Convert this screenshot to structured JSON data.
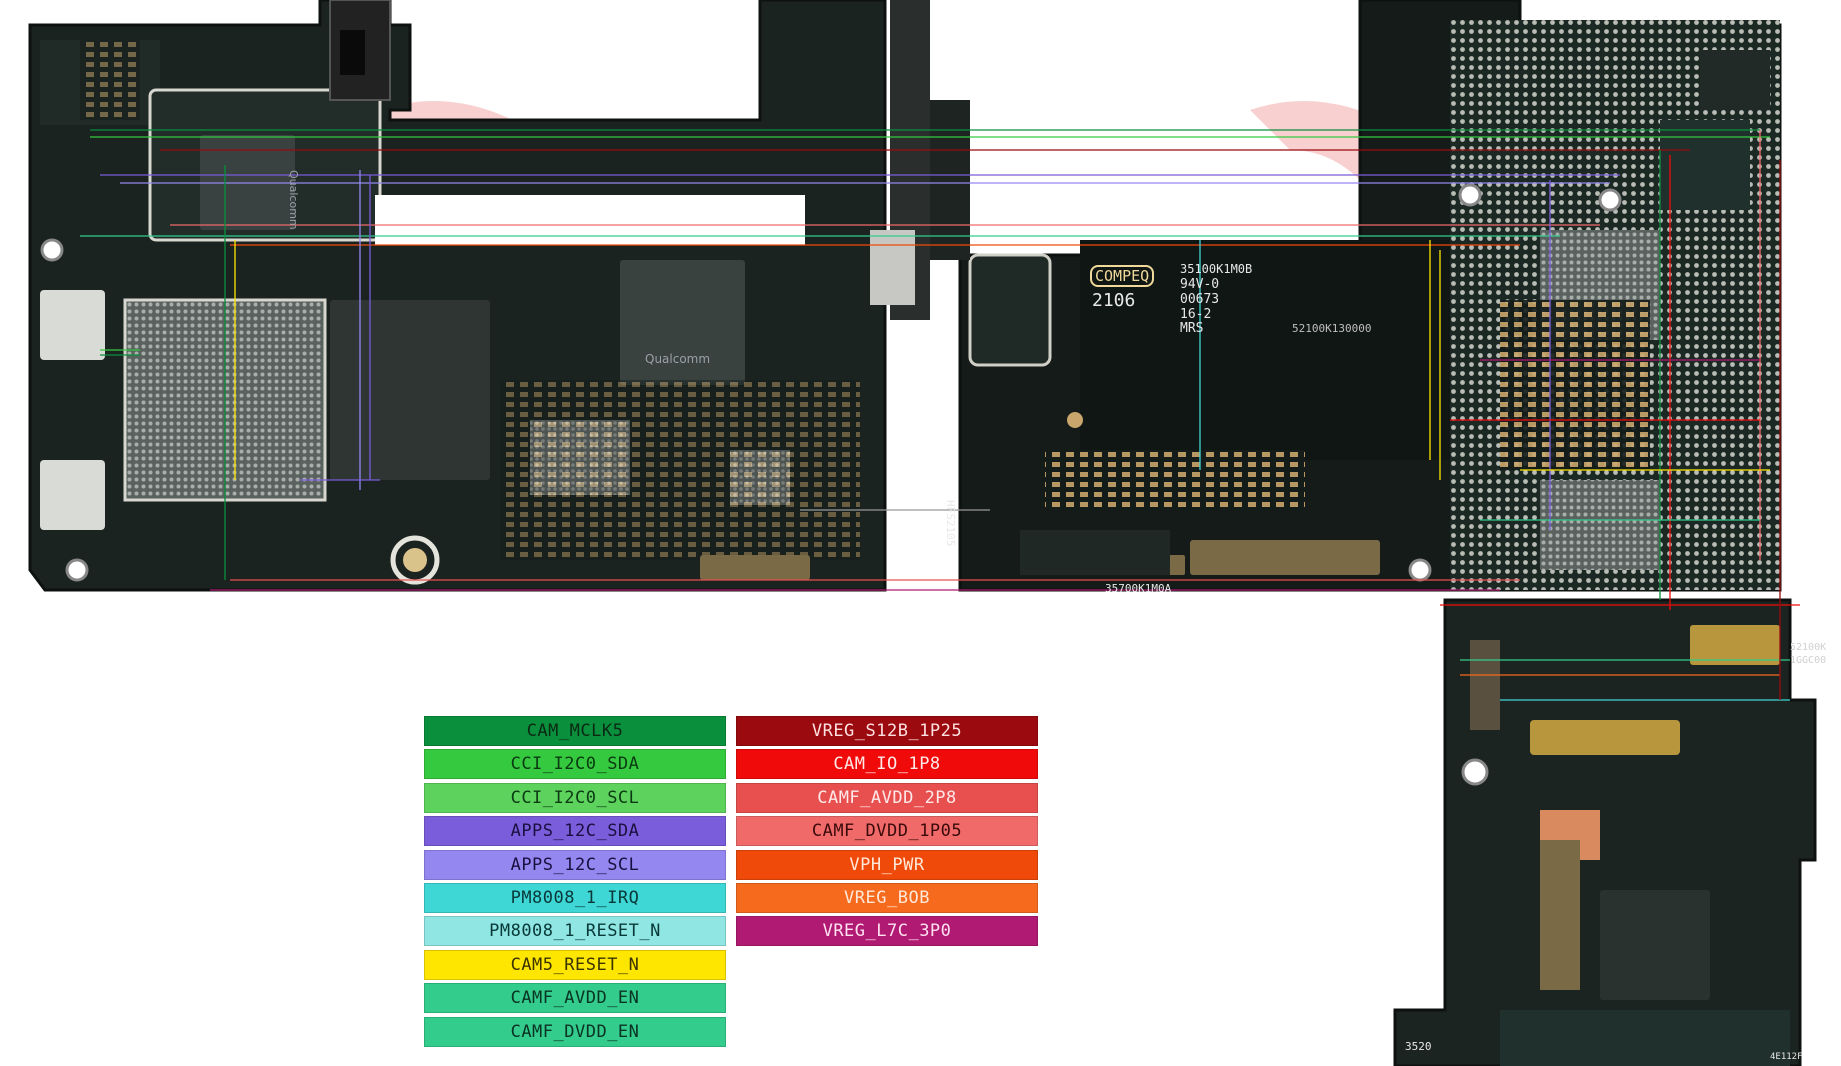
{
  "legend_left": [
    {
      "label": "CAM_MCLK5",
      "color": "#0a8f3c",
      "text": "#0b2a14"
    },
    {
      "label": "CCI_I2C0_SDA",
      "color": "#35c93f",
      "text": "#0b3a12"
    },
    {
      "label": "CCI_I2C0_SCL",
      "color": "#5dd35e",
      "text": "#0b3a12"
    },
    {
      "label": "APPS_12C_SDA",
      "color": "#7a5ddb",
      "text": "#1a1040"
    },
    {
      "label": "APPS_12C_SCL",
      "color": "#9488f0",
      "text": "#1a1040"
    },
    {
      "label": "PM8008_1_IRQ",
      "color": "#3fd6d6",
      "text": "#083838"
    },
    {
      "label": "PM8008_1_RESET_N",
      "color": "#8fe6e3",
      "text": "#083838"
    },
    {
      "label": "CAM5_RESET_N",
      "color": "#ffe600",
      "text": "#3a3300"
    },
    {
      "label": "CAMF_AVDD_EN",
      "color": "#33cc8c",
      "text": "#0a3323"
    },
    {
      "label": "CAMF_DVDD_EN",
      "color": "#33cc8c",
      "text": "#0a3323"
    }
  ],
  "legend_right": [
    {
      "label": "VREG_S12B_1P25",
      "color": "#9a0a0f",
      "text": "#ffe0e0"
    },
    {
      "label": "CAM_IO_1P8",
      "color": "#f00a0a",
      "text": "#ffe8e8"
    },
    {
      "label": "CAMF_AVDD_2P8",
      "color": "#e85050",
      "text": "#ffe8e8"
    },
    {
      "label": "CAMF_DVDD_1P05",
      "color": "#f06a6a",
      "text": "#3a0a0a"
    },
    {
      "label": "VPH_PWR",
      "color": "#f04a0a",
      "text": "#ffe8d8"
    },
    {
      "label": "VREG_BOB",
      "color": "#f66a1e",
      "text": "#ffe8d8"
    },
    {
      "label": "VREG_L7C_3P0",
      "color": "#b01a72",
      "text": "#ffe0f0"
    }
  ],
  "board_text": {
    "compeq": "COMPEQ",
    "compeq_code": "2106",
    "marking_1": "35100K1M0B",
    "marking_2": "94V-0",
    "marking_3": "00673",
    "marking_4": "16-2",
    "marking_5": "MRS",
    "marking_6": "52100K130000",
    "marking_7": "35700K1M0A",
    "marking_8": "HFS2105",
    "qualcomm_1": "Qualcomm",
    "qualcomm_2": "Qualcomm",
    "side_mark": "52100K",
    "side_mark_2": "1GGC00",
    "bottom_mark": "3520",
    "bottom_mark_2": "4E112F"
  }
}
